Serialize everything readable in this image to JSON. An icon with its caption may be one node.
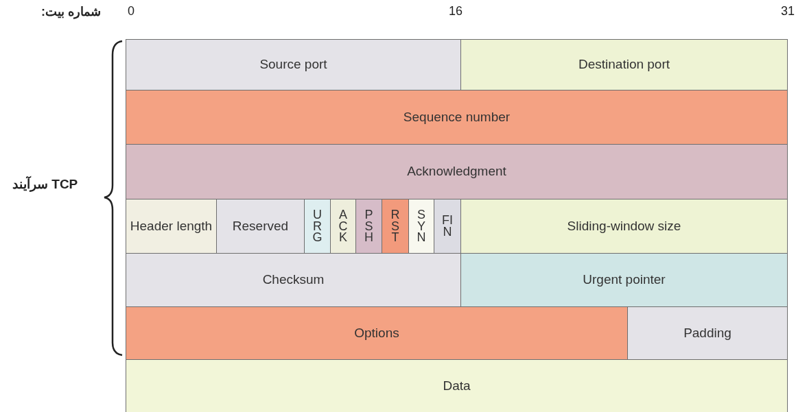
{
  "diagram": {
    "nodes": [
      {
        "text": [
          "Source port"
        ]
      },
      {
        "text": [
          "Destination port"
        ]
      },
      {
        "text": [
          "Sequence number"
        ]
      },
      {
        "text": [
          "Acknowledgment"
        ]
      },
      {
        "text": [
          "Header length"
        ]
      },
      {
        "text": [
          "Reserved"
        ]
      },
      {
        "text": [
          "URG"
        ]
      },
      {
        "text": [
          "ACK"
        ]
      },
      {
        "text": [
          "PSH"
        ]
      },
      {
        "text": [
          "RST"
        ]
      },
      {
        "text": [
          "SYN"
        ]
      },
      {
        "text": [
          "FIN"
        ]
      },
      {
        "text": [
          "Sliding-window size"
        ]
      },
      {
        "text": [
          "Checksum"
        ]
      },
      {
        "text": [
          "Urgent pointer"
        ]
      },
      {
        "text": [
          "Options"
        ]
      },
      {
        "text": [
          "Padding"
        ]
      },
      {
        "text": [
          "Data"
        ]
      }
    ],
    "edges": [],
    "labels": [
      "شماره بیت:",
      "0",
      "16",
      "31",
      "سرآیند **TCP**"
    ]
  }
}
